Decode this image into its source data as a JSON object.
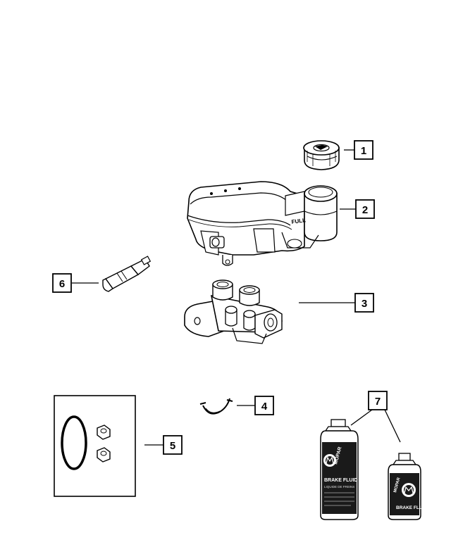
{
  "diagram": {
    "callouts": [
      {
        "id": "1",
        "label": "1"
      },
      {
        "id": "2",
        "label": "2"
      },
      {
        "id": "3",
        "label": "3"
      },
      {
        "id": "4",
        "label": "4"
      },
      {
        "id": "5",
        "label": "5"
      },
      {
        "id": "6",
        "label": "6"
      },
      {
        "id": "7",
        "label": "7"
      }
    ],
    "reservoir_marking": "FULL",
    "bottle_large": {
      "brand": "MOPAR",
      "product": "BRAKE FLUID",
      "subtitle": "LIQUIDE DE FREINS"
    },
    "bottle_small": {
      "brand": "MOPAR",
      "product": "BRAKE FLUID"
    }
  }
}
